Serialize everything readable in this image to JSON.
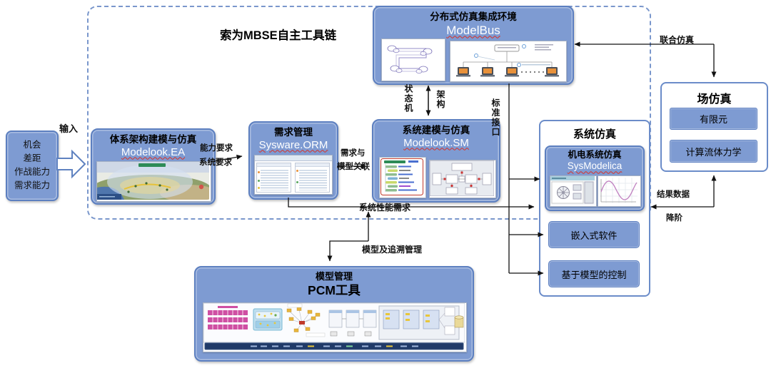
{
  "diagram_title": "索为MBSE自主工具链",
  "colors": {
    "node_blue": "#7e9bd2",
    "node_border": "#5c7fc0",
    "dashed_border": "#7a97cc",
    "squiggle_red": "#d93025",
    "legend_bar_navy": "#203a68",
    "connector_black": "#111111"
  },
  "input_box": {
    "lines": [
      "机会",
      "差距",
      "作战能力",
      "需求能力"
    ]
  },
  "labels": {
    "input": "输入",
    "capability_req": "能力要求",
    "system_req": "系统要求",
    "req_model_1": "需求与",
    "req_model_2": "模型关联",
    "state_machine": "状态机",
    "architecture": "架构",
    "standard_interface": "标准接口",
    "system_perf_req": "系统性能需求",
    "model_trace": "模型及追溯管理",
    "joint_sim": "联合仿真",
    "result_data": "结果数据",
    "order_reduction": "降阶"
  },
  "nodes": {
    "ea": {
      "title": "体系架构建模与仿真",
      "product": "Modelook.EA"
    },
    "orm": {
      "title": "需求管理",
      "product": "Sysware.ORM"
    },
    "sm": {
      "title": "系统建模与仿真",
      "product": "Modelook.SM"
    },
    "modelbus": {
      "title": "分布式仿真集成环境",
      "product": "ModelBus"
    },
    "pcm": {
      "title": "模型管理",
      "product": "PCM工具"
    },
    "system_sim": {
      "title": "系统仿真",
      "sysmodelica_title": "机电系统仿真",
      "sysmodelica_product": "SysModelica",
      "embedded": "嵌入式软件",
      "model_based_control": "基于模型的控制"
    },
    "field_sim": {
      "title": "场仿真",
      "fem": "有限元",
      "cfd": "计算流体力学"
    }
  }
}
